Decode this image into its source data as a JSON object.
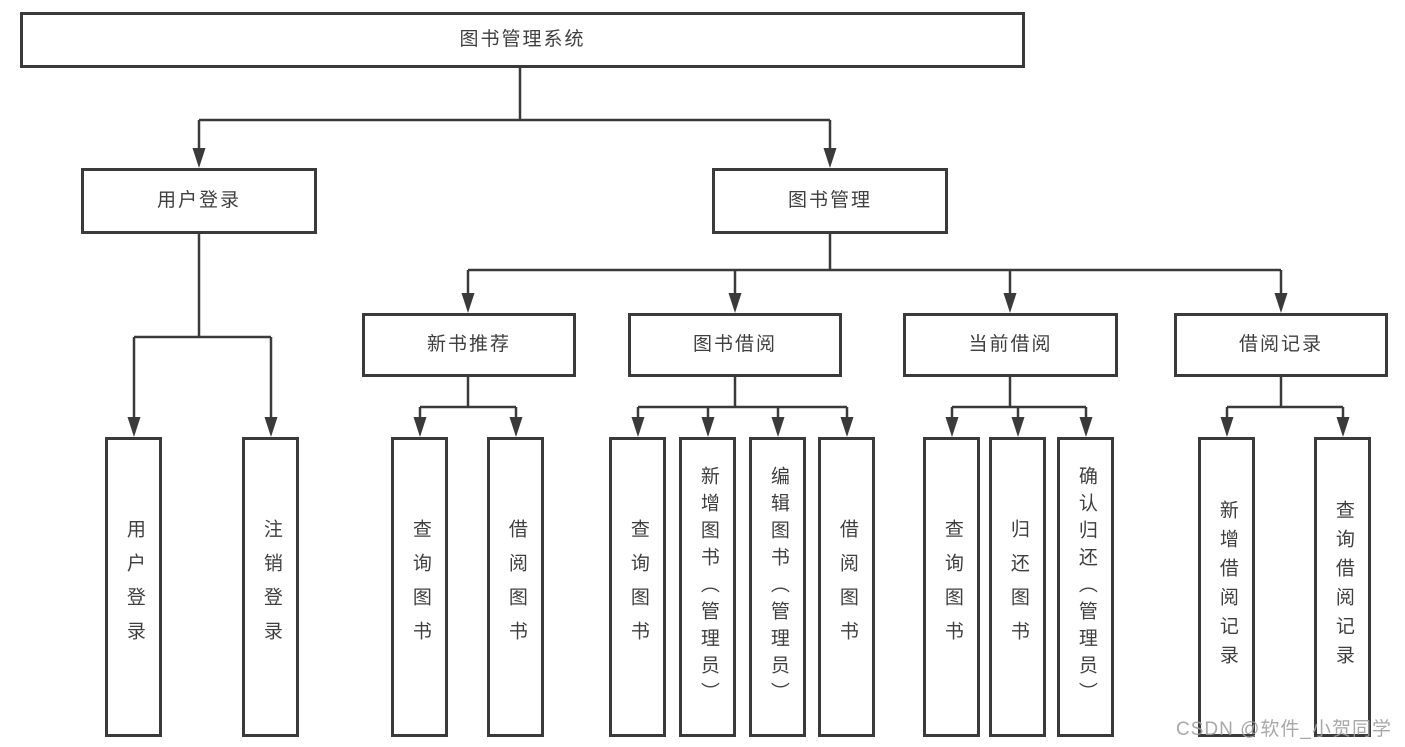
{
  "diagram": {
    "root": {
      "label": "图书管理系统"
    },
    "branches": [
      {
        "label": "用户登录",
        "leaves": [
          {
            "label": "用户登录"
          },
          {
            "label": "注销登录"
          }
        ]
      },
      {
        "label": "图书管理",
        "groups": [
          {
            "label": "新书推荐",
            "leaves": [
              {
                "label": "查询图书"
              },
              {
                "label": "借阅图书"
              }
            ]
          },
          {
            "label": "图书借阅",
            "leaves": [
              {
                "label": "查询图书"
              },
              {
                "label": "新增图书（管理员）"
              },
              {
                "label": "编辑图书（管理员）"
              },
              {
                "label": "借阅图书"
              }
            ]
          },
          {
            "label": "当前借阅",
            "leaves": [
              {
                "label": "查询图书"
              },
              {
                "label": "归还图书"
              },
              {
                "label": "确认归还（管理员）"
              }
            ]
          },
          {
            "label": "借阅记录",
            "leaves": [
              {
                "label": "新增借阅记录"
              },
              {
                "label": "查询借阅记录"
              }
            ]
          }
        ]
      }
    ]
  },
  "watermark": {
    "text": "CSDN @软件_小贺同学"
  },
  "colors": {
    "line": "#3a3a3a",
    "text": "#3f3f3f",
    "watermark": "#9e9e9e",
    "background": "#ffffff"
  }
}
